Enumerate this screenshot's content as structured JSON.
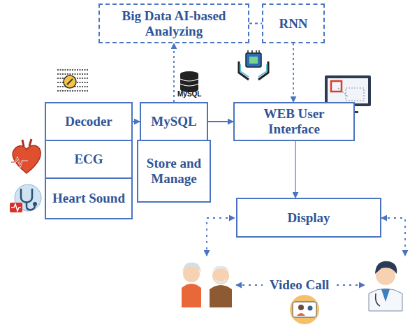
{
  "diagram": {
    "nodes": [
      {
        "text": [
          "Big Data AI-based Analyzing"
        ]
      },
      {
        "text": [
          "RNN"
        ]
      },
      {
        "text": [
          "Decoder"
        ]
      },
      {
        "text": [
          "ECG"
        ]
      },
      {
        "text": [
          "Heart Sound"
        ]
      },
      {
        "text": [
          "MySQL"
        ]
      },
      {
        "text": [
          "Store and Manage"
        ]
      },
      {
        "text": [
          "WEB User Interface"
        ]
      },
      {
        "text": [
          "Display"
        ]
      }
    ],
    "edges": [
      {
        "from": 2,
        "to": 5,
        "arrow": "to"
      },
      {
        "from": 5,
        "to": 7,
        "arrow": "to"
      },
      {
        "from": 5,
        "to": 0,
        "arrow": "to"
      },
      {
        "from": 0,
        "to": 1,
        "arrow": "none"
      },
      {
        "from": 1,
        "to": 7,
        "arrow": "to"
      },
      {
        "from": 7,
        "to": 8,
        "arrow": "to"
      }
    ],
    "labels": [
      "MySQL",
      "Video Call"
    ]
  }
}
